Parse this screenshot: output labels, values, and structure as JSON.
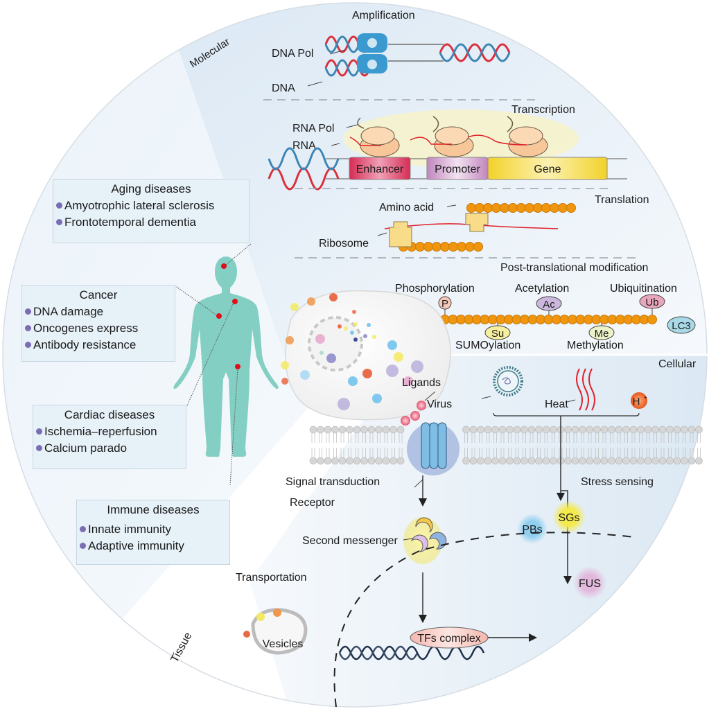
{
  "sections": {
    "molecular": "Molecular",
    "cellular": "Cellular",
    "tissue": "Tissue"
  },
  "molecular": {
    "amplification": {
      "title": "Amplification",
      "dna_pol": "DNA Pol",
      "dna": "DNA"
    },
    "transcription": {
      "title": "Transcription",
      "rna_pol": "RNA Pol",
      "rna": "RNA",
      "enhancer": "Enhancer",
      "promoter": "Promoter",
      "gene": "Gene"
    },
    "translation": {
      "title": "Translation",
      "amino_acid": "Amino acid",
      "ribosome": "Ribosome"
    },
    "ptm": {
      "title": "Post-translational modification",
      "phosphorylation": "Phosphorylation",
      "p": "P",
      "acetylation": "Acetylation",
      "ac": "Ac",
      "ubiquitination": "Ubiquitination",
      "ub": "Ub",
      "sumoylation": "SUMOylation",
      "su": "Su",
      "methylation": "Methylation",
      "me": "Me",
      "lc3": "LC3"
    }
  },
  "cellular": {
    "ligands": "Ligands",
    "virus": "Virus",
    "heat": "Heat",
    "h_plus": "H",
    "h_plus_sup": "+",
    "signal_transduction": "Signal transduction",
    "receptor": "Receptor",
    "stress_sensing": "Stress sensing",
    "second_messenger": "Second messenger",
    "pbs": "PBs",
    "sgs": "SGs",
    "fus": "FUS",
    "transportation": "Transportation",
    "vesicles": "Vesicles",
    "tfs_complex": "TFs complex"
  },
  "tissue": {
    "aging": {
      "title": "Aging diseases",
      "items": [
        "Amyotrophic lateral sclerosis",
        "Frontotemporal dementia"
      ]
    },
    "cancer": {
      "title": "Cancer",
      "items": [
        "DNA damage",
        "Oncogenes express",
        "Antibody resistance"
      ]
    },
    "cardiac": {
      "title": "Cardiac diseases",
      "items": [
        "Ischemia–reperfusion",
        "Calcium parado"
      ]
    },
    "immune": {
      "title": "Immune diseases",
      "items": [
        "Innate immunity",
        "Adaptive immunity"
      ]
    }
  },
  "colors": {
    "body": "#84cfc3",
    "marker": "#e0101a",
    "bullet": "#7b6db5",
    "panel_blue": "#dde9f4",
    "enhancer": "#d93a5c",
    "promoter": "#c996c4",
    "gene": "#efd22e",
    "amino": "#f0960e"
  }
}
